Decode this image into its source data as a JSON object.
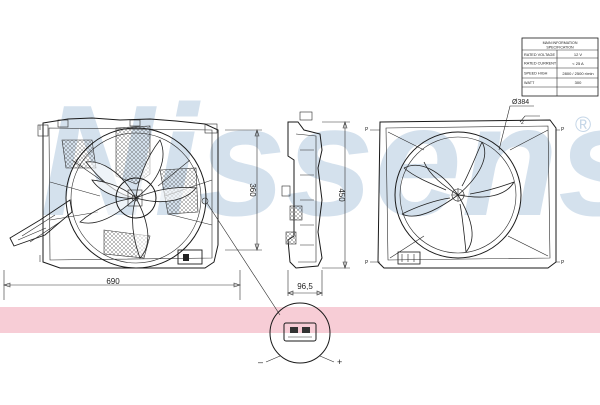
{
  "brand": {
    "watermark": "Nissens",
    "registered_mark": "®",
    "watermark_color": "#c6d7e8",
    "stripe_color": "#f7cdd6"
  },
  "spec_table": {
    "header": "MAIN INFORMATION",
    "header_sub": "SPECIFICATION",
    "rows": [
      {
        "label": "RATED VOLTAGE",
        "value": "12 V"
      },
      {
        "label": "RATED CURRENT",
        "value": "< 25 A"
      },
      {
        "label": "SPEED HIGH",
        "value": "2800 / 2500 r/min"
      },
      {
        "label": "WATT",
        "value": "300"
      }
    ]
  },
  "dimensions": {
    "width": "690",
    "height_front": "360",
    "height_side": "450",
    "depth": "96,5",
    "fan_diameter": "Ø384"
  },
  "connector": {
    "minus": "–",
    "plus": "+"
  }
}
